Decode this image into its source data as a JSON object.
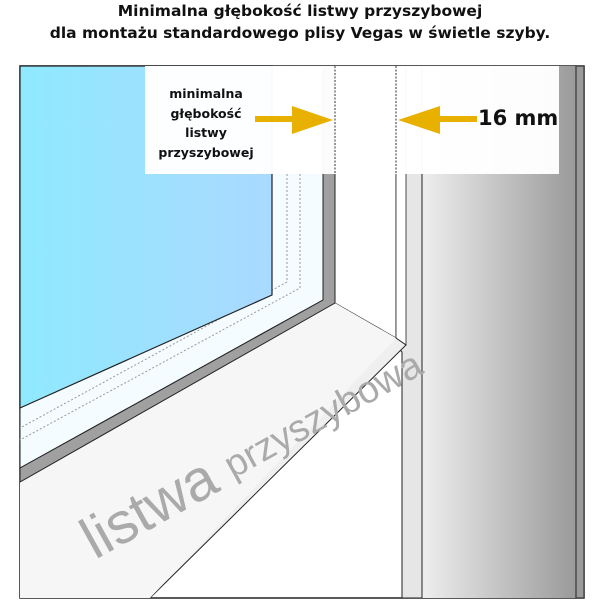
{
  "title": {
    "line1": "Minimalna głębokość listwy przyszybowej",
    "line2": "dla montażu standardowego plisy Vegas w świetle szyby."
  },
  "annotation": {
    "label_lines": [
      "minimalna",
      "głębokość",
      "listwy",
      "przyszybowej"
    ],
    "measurement": "16 mm"
  },
  "diagram_text": {
    "part_word1": "listwa",
    "part_word2": "przyszybowa"
  },
  "colors": {
    "arrow": "#e8b100",
    "glass_start": "#8fe9ff",
    "glass_end": "#a8dcff",
    "frame_gray": "#a0a0a0"
  }
}
